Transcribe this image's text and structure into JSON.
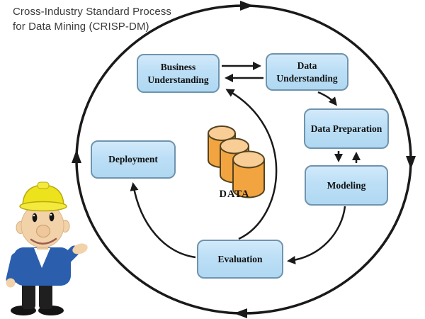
{
  "title": {
    "line1": "Cross-Industry Standard Process",
    "line2": "for Data Mining (CRISP-DM)"
  },
  "nodes": {
    "business_understanding": "Business Understanding",
    "data_understanding": "Data Understanding",
    "data_preparation": "Data Preparation",
    "modeling": "Modeling",
    "evaluation": "Evaluation",
    "deployment": "Deployment"
  },
  "data_label": "DATA",
  "icons": {
    "center": "database-cylinders-icon",
    "mascot": "construction-worker-icon"
  },
  "colors": {
    "node_fill": "#bcdff6",
    "node_border": "#6f94ad",
    "arrow": "#1a1a1a",
    "cylinder_body": "#f2a440",
    "cylinder_top": "#f8ce96",
    "cylinder_outline": "#54431f",
    "hat_yellow": "#ece31c",
    "jacket_blue": "#2b5fae",
    "skin": "#f2d2a9"
  }
}
